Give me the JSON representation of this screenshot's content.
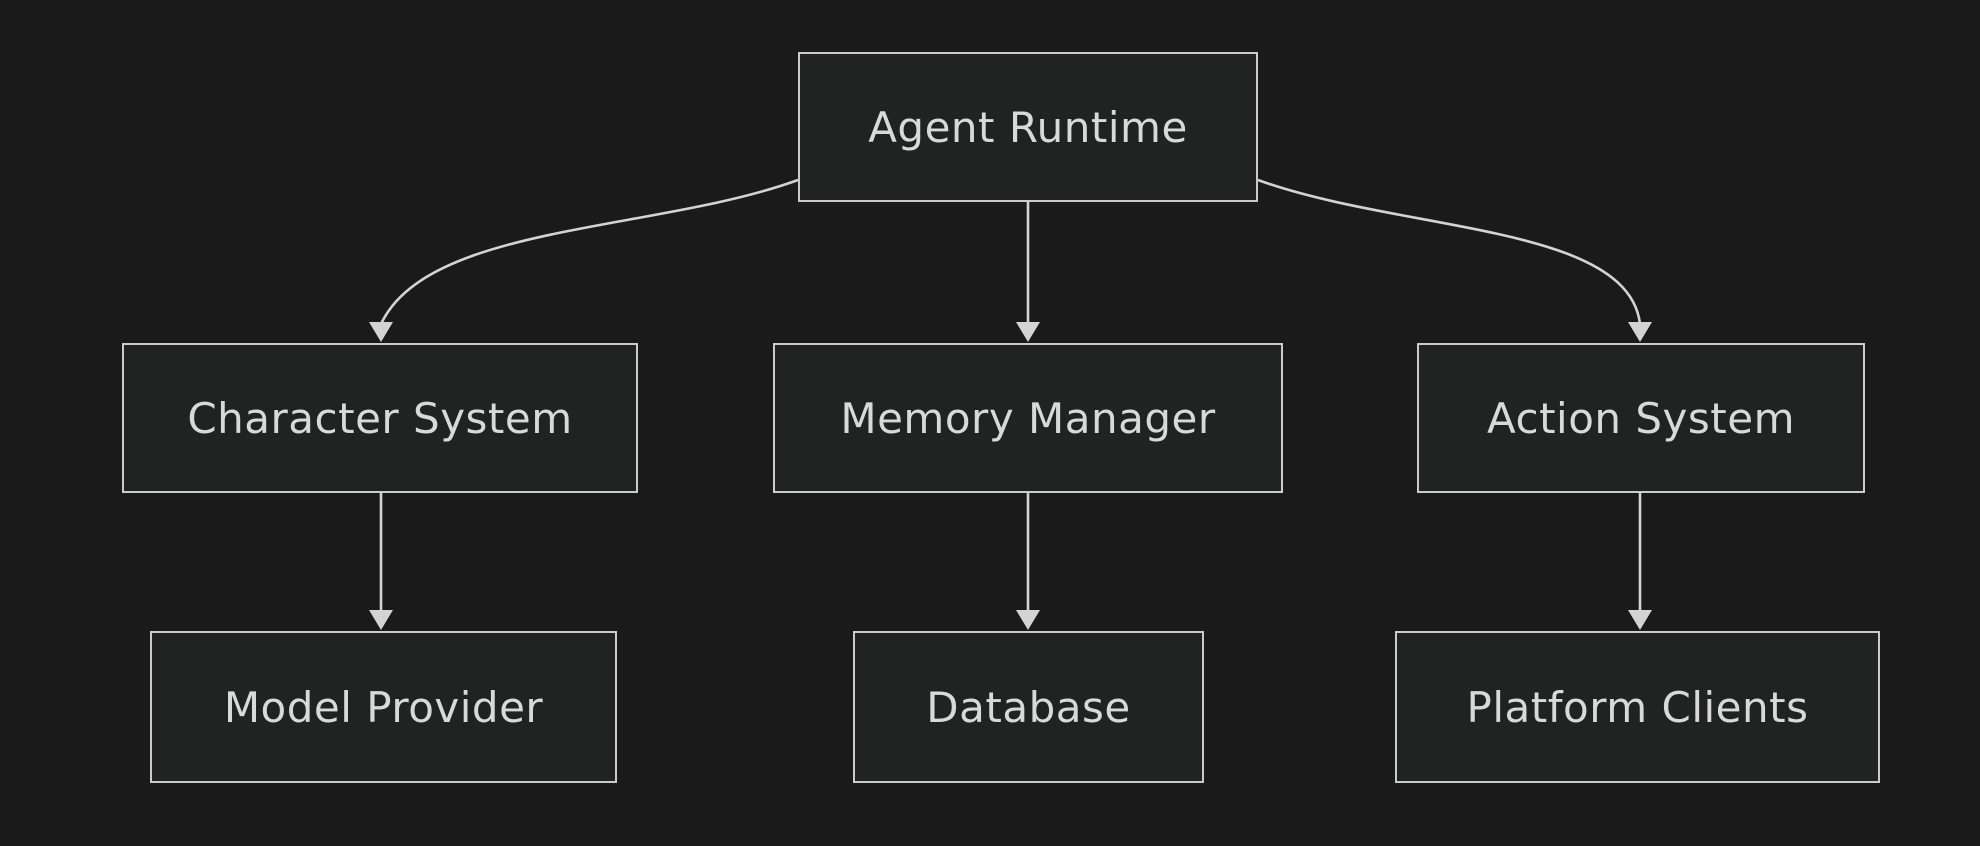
{
  "diagram": {
    "type": "flowchart",
    "direction": "top-down",
    "colors": {
      "background": "#1a1a1a",
      "node_fill": "#212222",
      "node_border": "#cbcbcb",
      "text": "#d9d9d9",
      "edge": "#d3d3d3"
    },
    "nodes": [
      {
        "id": "agent-runtime",
        "label": "Agent Runtime"
      },
      {
        "id": "character-system",
        "label": "Character System"
      },
      {
        "id": "memory-manager",
        "label": "Memory Manager"
      },
      {
        "id": "action-system",
        "label": "Action System"
      },
      {
        "id": "model-provider",
        "label": "Model Provider"
      },
      {
        "id": "database",
        "label": "Database"
      },
      {
        "id": "platform-clients",
        "label": "Platform Clients"
      }
    ],
    "edges": [
      {
        "from": "Agent Runtime",
        "to": "Character System"
      },
      {
        "from": "Agent Runtime",
        "to": "Memory Manager"
      },
      {
        "from": "Agent Runtime",
        "to": "Action System"
      },
      {
        "from": "Character System",
        "to": "Model Provider"
      },
      {
        "from": "Memory Manager",
        "to": "Database"
      },
      {
        "from": "Action System",
        "to": "Platform Clients"
      }
    ]
  }
}
